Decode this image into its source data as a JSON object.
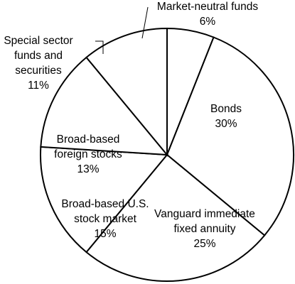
{
  "chart_data": {
    "type": "pie",
    "title": "",
    "slices": [
      {
        "label_lines": [
          "Market-neutral funds"
        ],
        "value_label": "6%",
        "value": 6
      },
      {
        "label_lines": [
          "Bonds"
        ],
        "value_label": "30%",
        "value": 30
      },
      {
        "label_lines": [
          "Vanguard immediate",
          "fixed annuity"
        ],
        "value_label": "25%",
        "value": 25
      },
      {
        "label_lines": [
          "Broad-based U.S.",
          "stock market"
        ],
        "value_label": "15%",
        "value": 15
      },
      {
        "label_lines": [
          "Broad-based",
          "foreign stocks"
        ],
        "value_label": "13%",
        "value": 13
      },
      {
        "label_lines": [
          "Special sector",
          "funds and",
          "securities"
        ],
        "value_label": "11%",
        "value": 11
      }
    ],
    "start": "top",
    "direction": "clockwise",
    "legend": "none",
    "colors": {
      "fill": "#ffffff",
      "stroke": "#000000"
    }
  }
}
